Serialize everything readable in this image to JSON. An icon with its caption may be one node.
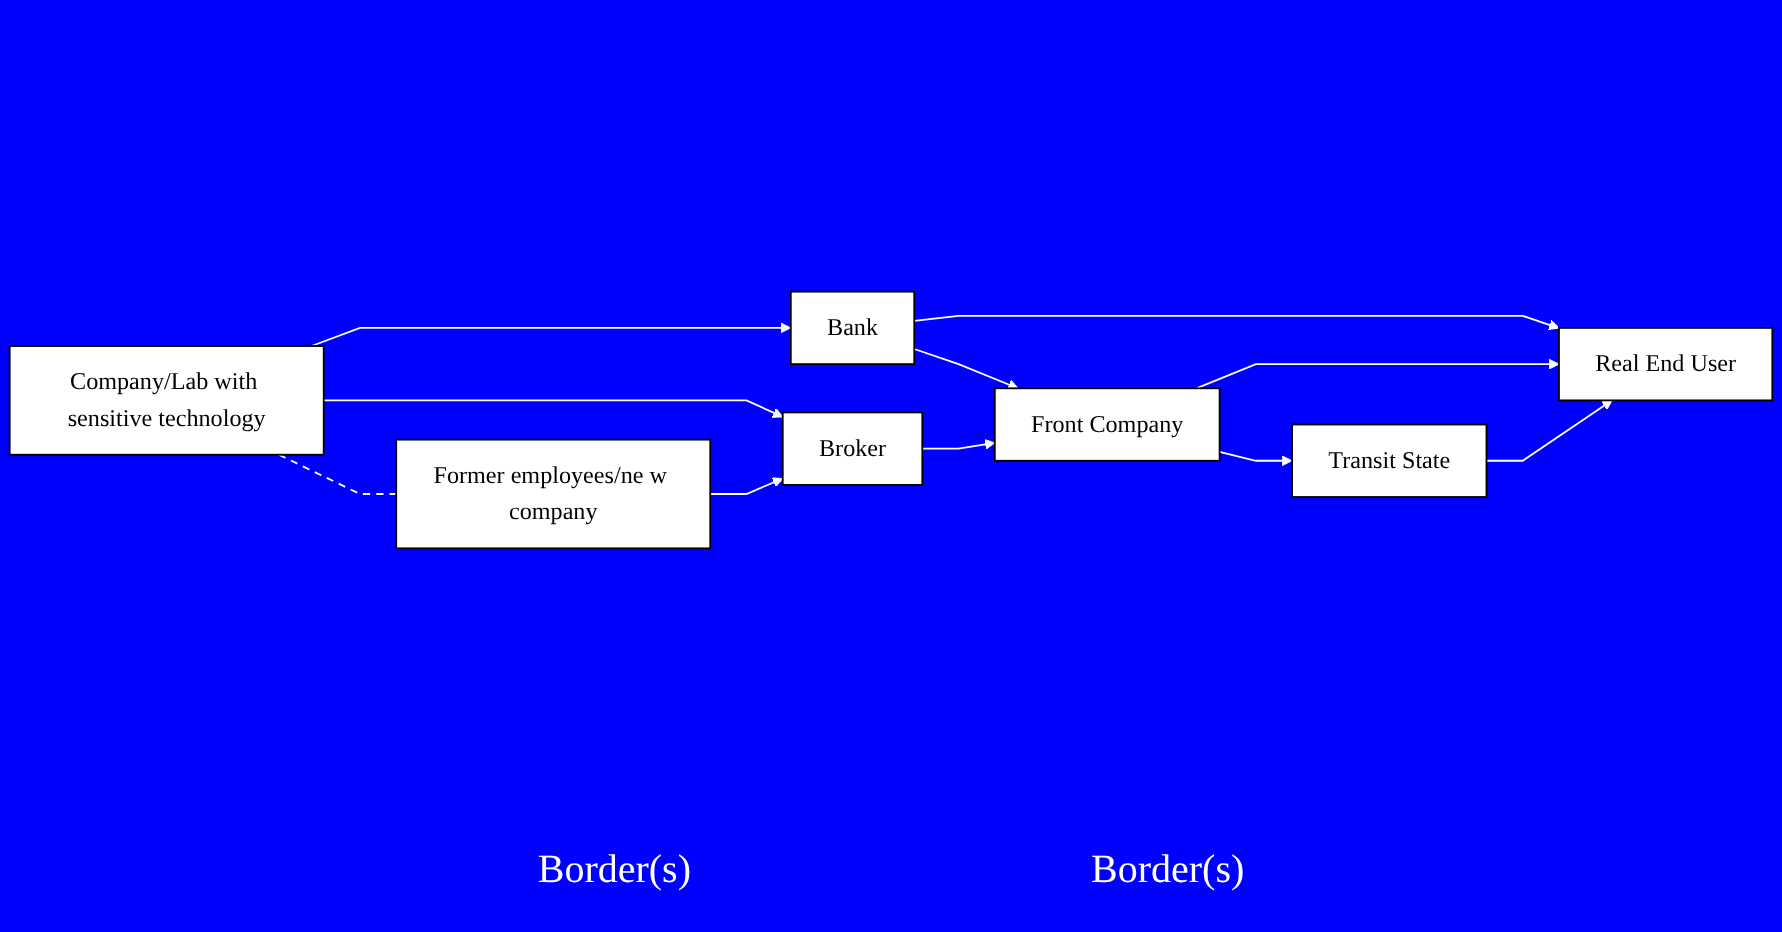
{
  "diagram": {
    "nodes": [
      {
        "text": [
          "Bank"
        ]
      },
      {
        "text": [
          "Company/Lab with sensitive technology"
        ]
      },
      {
        "text": [
          "Broker"
        ]
      },
      {
        "text": [
          "Front Company"
        ]
      },
      {
        "text": [
          "Former employees/ne w company"
        ]
      },
      {
        "text": [
          "Transit State"
        ]
      },
      {
        "text": [
          "Real End User"
        ]
      }
    ],
    "edges": [
      {
        "from": 1,
        "to": 0,
        "arrow": "to"
      },
      {
        "from": 1,
        "to": 2,
        "arrow": "to"
      },
      {
        "from": 1,
        "to": 4,
        "arrow": "none",
        "style": "dashed"
      },
      {
        "from": 4,
        "to": 2,
        "arrow": "to"
      },
      {
        "from": 0,
        "to": 3,
        "arrow": "to"
      },
      {
        "from": 2,
        "to": 3,
        "arrow": "to"
      },
      {
        "from": 0,
        "to": 6,
        "arrow": "to"
      },
      {
        "from": 3,
        "to": 6,
        "arrow": "to"
      },
      {
        "from": 3,
        "to": 5,
        "arrow": "to"
      },
      {
        "from": 5,
        "to": 6,
        "arrow": "to"
      }
    ],
    "labels": [
      "Border(s)",
      "Border(s)"
    ]
  }
}
